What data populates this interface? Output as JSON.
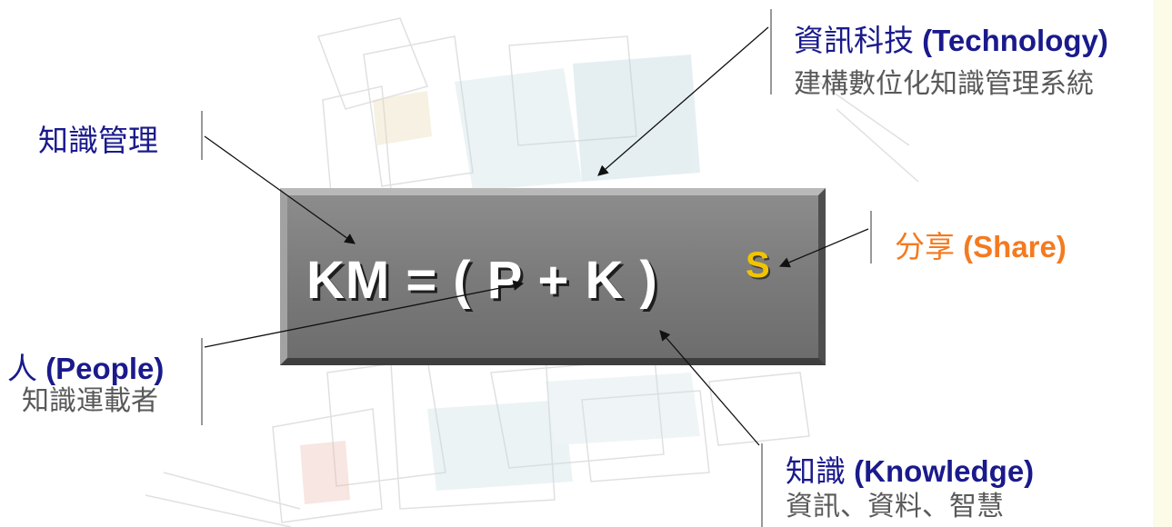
{
  "formula": {
    "main": "KM = ( P + K )",
    "exponent": "S"
  },
  "labels": {
    "technology": {
      "zh": "資訊科技",
      "en": "(Technology)",
      "sub": "建構數位化知識管理系統"
    },
    "km": {
      "zh": "知識管理"
    },
    "share": {
      "zh": "分享",
      "en": "(Share)"
    },
    "people": {
      "zh": "人",
      "en": "(People)",
      "sub": "知識運載者"
    },
    "knowledge": {
      "zh": "知識",
      "en": "(Knowledge)",
      "sub": "資訊、資料、智慧"
    }
  },
  "colors": {
    "label_navy": "#1a1a8c",
    "share_orange": "#f47a20",
    "exponent_yellow": "#f2c400",
    "sub_gray": "#595959",
    "box_gray": "#7b7b7b"
  }
}
